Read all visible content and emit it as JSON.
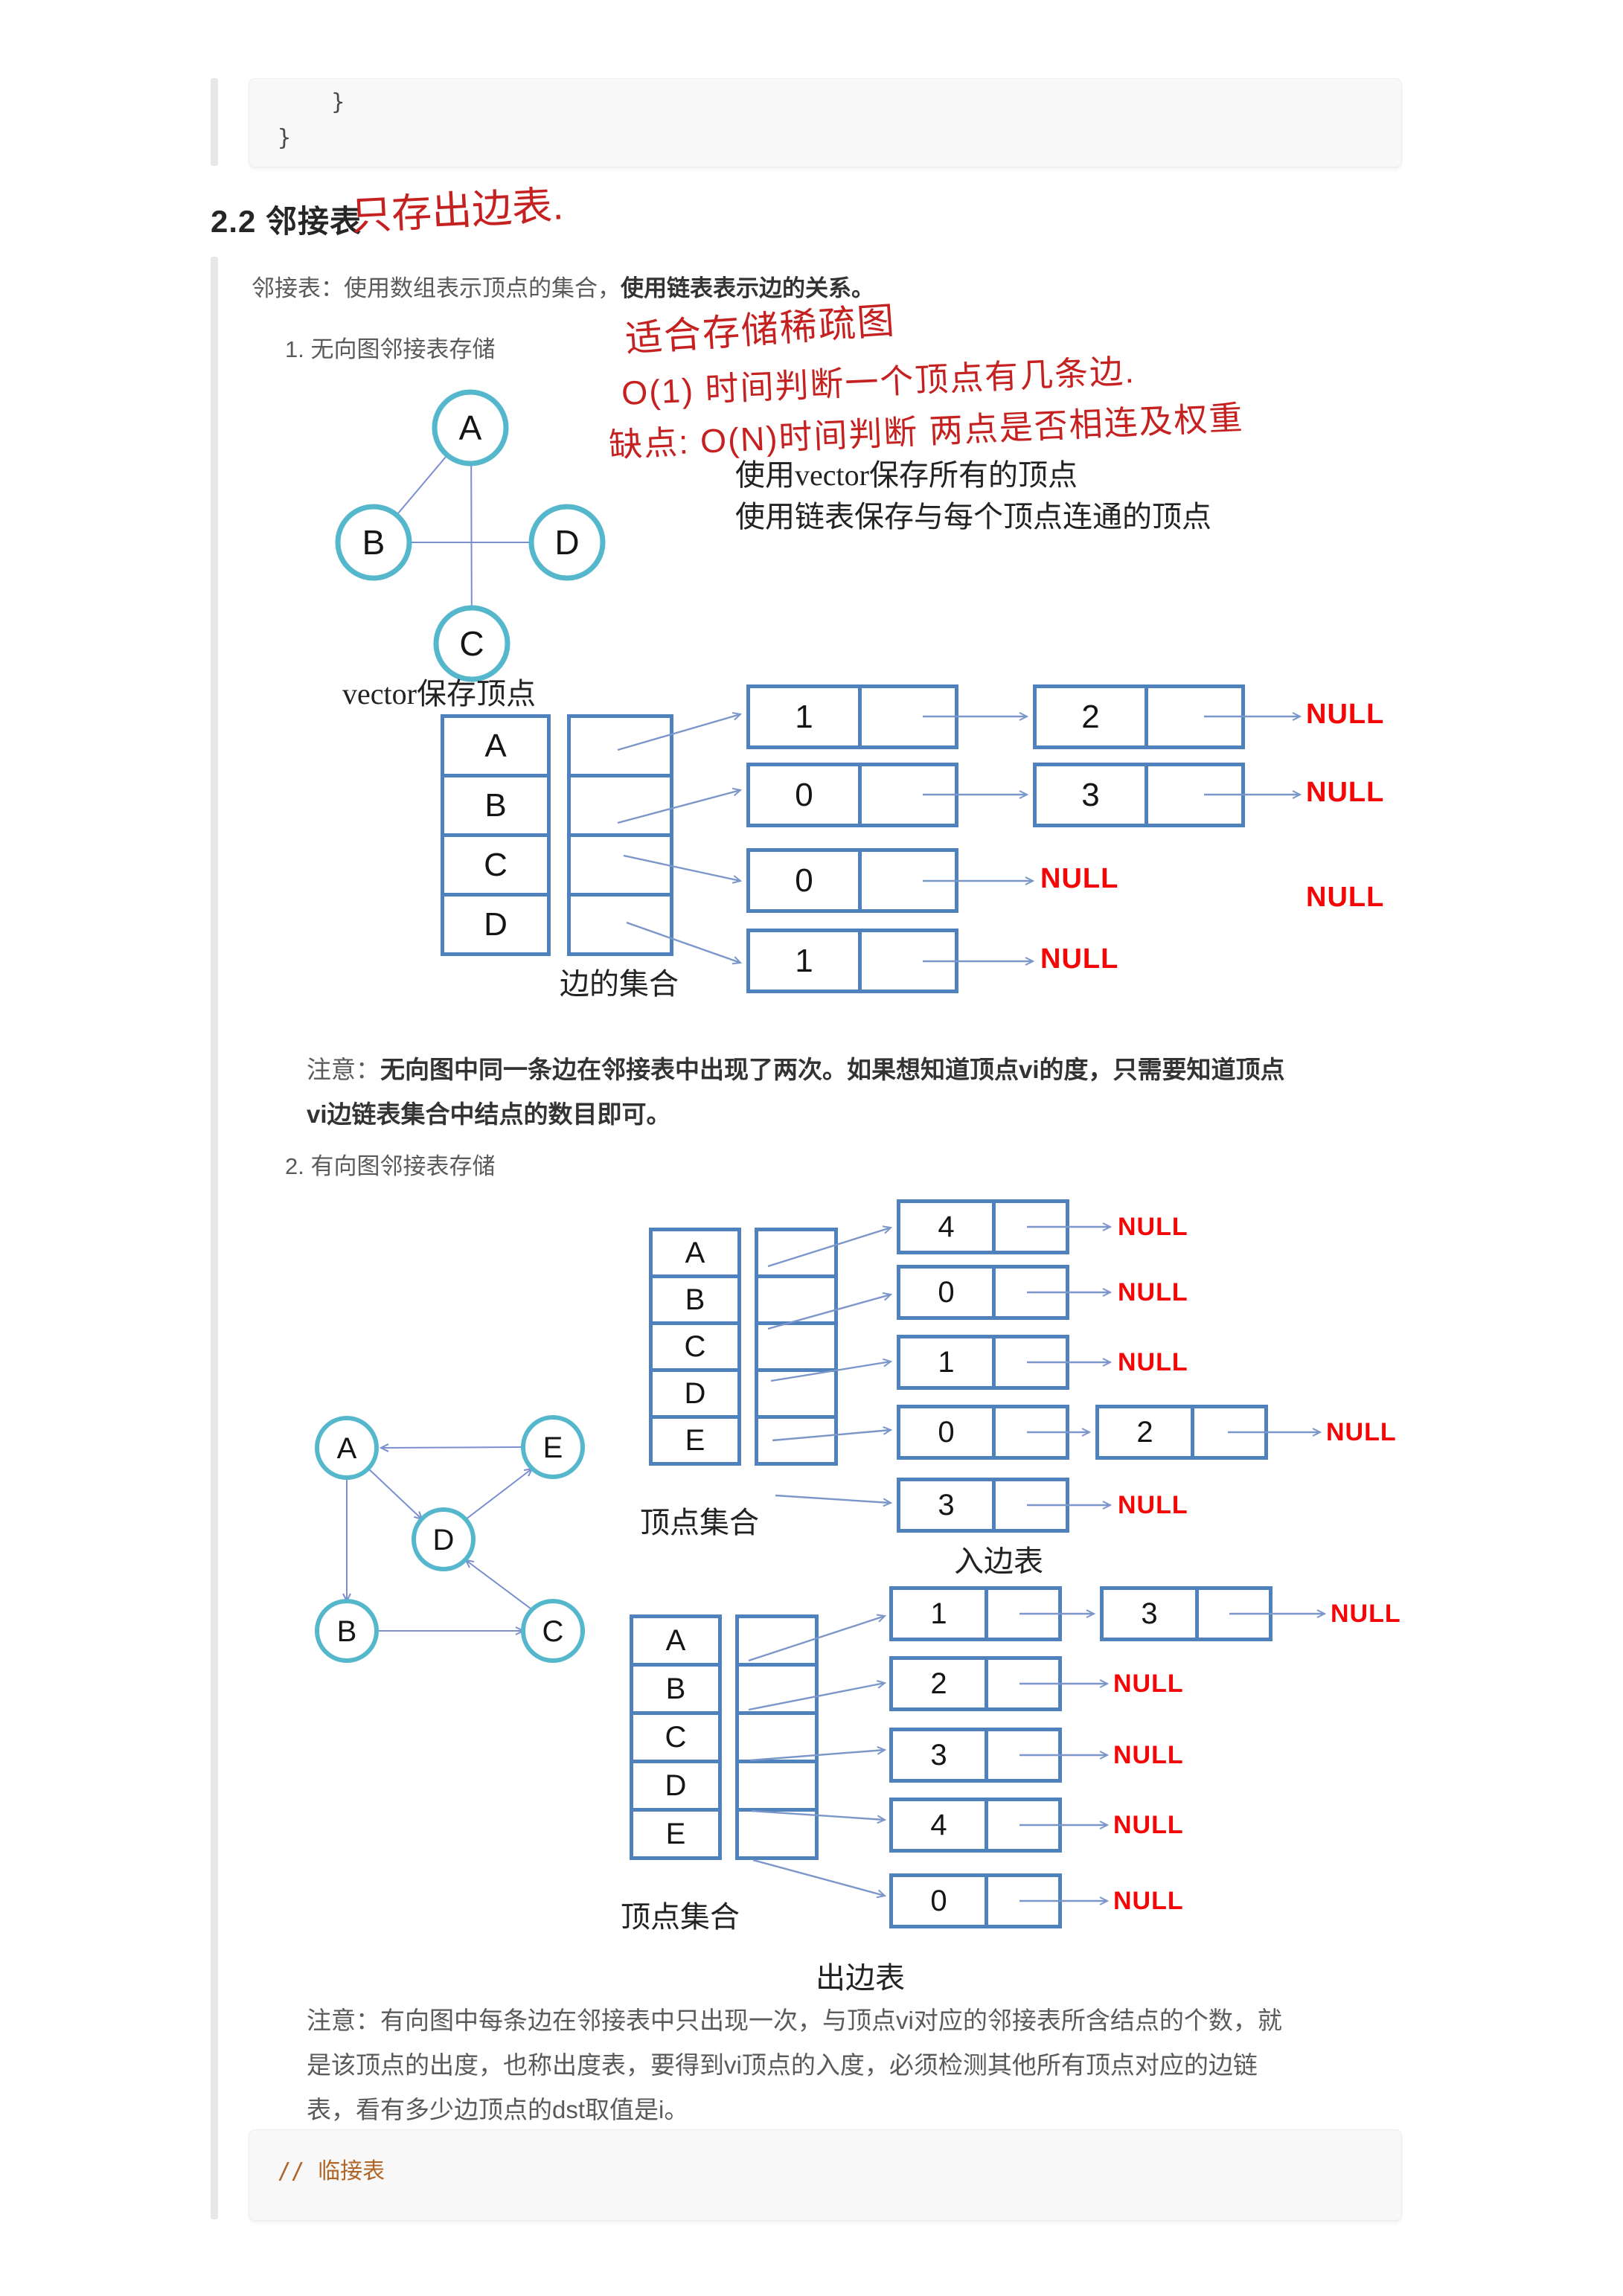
{
  "colors": {
    "box_border": "#4f81bd",
    "arrow_blue": "#7b96c9",
    "circle_teal": "#55b7cb",
    "null_red": "#f40606",
    "handwriting_red": "#c52120",
    "comment_orange": "#b06425"
  },
  "top_code": {
    "line1": "    }",
    "line2": "}"
  },
  "heading": {
    "number_title": "2.2 邻接表",
    "handwritten_note": "只存出边表."
  },
  "intro": {
    "normal": "邻接表：使用数组表示顶点的集合，",
    "bold": "使用链表表示边的关系。"
  },
  "list_items": {
    "item1": "1. 无向图邻接表存储",
    "item2": "2. 有向图邻接表存储"
  },
  "handwriting": {
    "line1": "适合存储稀疏图",
    "line2": "O(1) 时间判断一个顶点有几条边.",
    "line3": "缺点: O(N)时间判断 两点是否相连及权重"
  },
  "vector_notes": {
    "line1": "使用vector保存所有的顶点",
    "line2": "使用链表保存与每个顶点连通的顶点"
  },
  "undirected": {
    "graph_nodes": [
      "A",
      "B",
      "D",
      "C"
    ],
    "vector_label": "vector保存顶点",
    "edge_set_label": "边的集合",
    "vertices": [
      "A",
      "B",
      "C",
      "D"
    ],
    "rows": [
      {
        "n1": "1",
        "n2": "2",
        "null": "NULL"
      },
      {
        "n1": "0",
        "n2": "3",
        "null": "NULL"
      },
      {
        "n1": "0",
        "null": "NULL"
      },
      {
        "n1": "1",
        "null": "NULL"
      }
    ],
    "extra_null": "NULL"
  },
  "note1": {
    "prefix": "注意：",
    "bold_line1": "无向图中同一条边在邻接表中出现了两次。如果想知道顶点vi的度，只需要知道顶点",
    "bold_line2": "vi边链表集合中结点的数目即可。"
  },
  "directed": {
    "graph_nodes": [
      "A",
      "E",
      "D",
      "B",
      "C"
    ],
    "vertices": [
      "A",
      "B",
      "C",
      "D",
      "E"
    ],
    "vertex_set_label": "顶点集合",
    "in_label": "入边表",
    "out_label": "出边表",
    "in_rows": [
      {
        "n1": "4",
        "null": "NULL"
      },
      {
        "n1": "0",
        "null": "NULL"
      },
      {
        "n1": "1",
        "null": "NULL"
      },
      {
        "n1": "0",
        "n2": "2",
        "null": "NULL"
      },
      {
        "n1": "3",
        "null": "NULL"
      }
    ],
    "out_rows": [
      {
        "n1": "1",
        "n2": "3",
        "null": "NULL"
      },
      {
        "n1": "2",
        "null": "NULL"
      },
      {
        "n1": "3",
        "null": "NULL"
      },
      {
        "n1": "4",
        "null": "NULL"
      },
      {
        "n1": "0",
        "null": "NULL"
      }
    ]
  },
  "note2": {
    "line1": "注意：有向图中每条边在邻接表中只出现一次，与顶点vi对应的邻接表所含结点的个数，就",
    "line2": "是该顶点的出度，也称出度表，要得到vi顶点的入度，必须检测其他所有顶点对应的边链",
    "line3": "表，看有多少边顶点的dst取值是i。"
  },
  "bottom_code": {
    "comment": "// 临接表"
  }
}
